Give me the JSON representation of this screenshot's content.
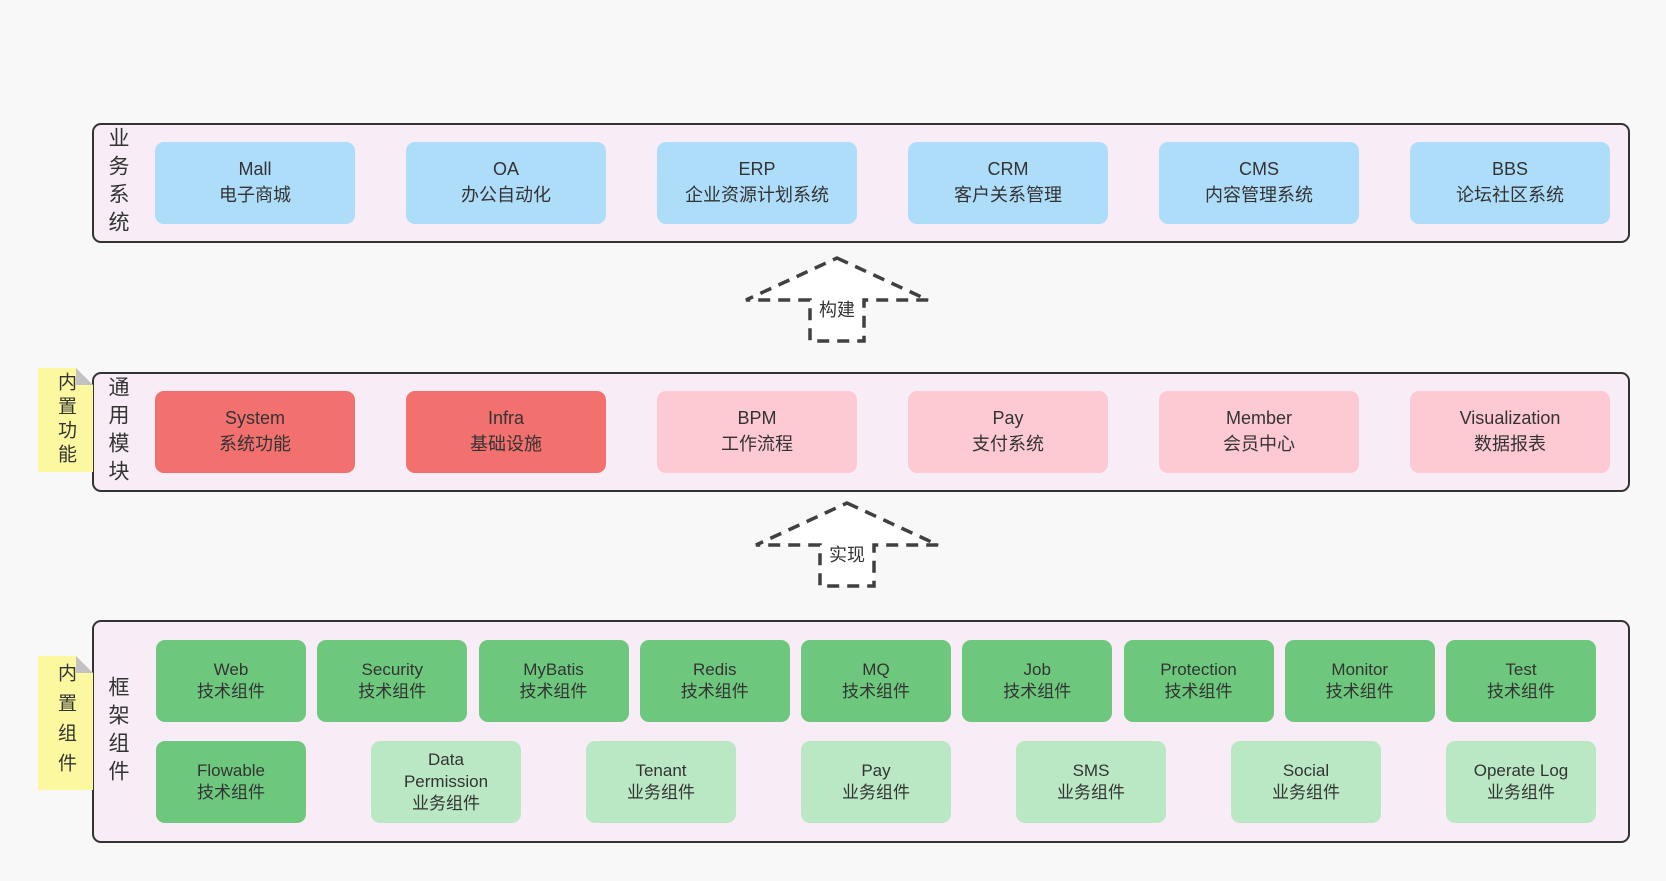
{
  "sections": [
    {
      "id": "business-systems",
      "label": "业务系统",
      "boxes": [
        {
          "name": "Mall",
          "desc": "电子商城",
          "variant": "blue"
        },
        {
          "name": "OA",
          "desc": "办公自动化",
          "variant": "blue"
        },
        {
          "name": "ERP",
          "desc": "企业资源计划系统",
          "variant": "blue"
        },
        {
          "name": "CRM",
          "desc": "客户关系管理",
          "variant": "blue"
        },
        {
          "name": "CMS",
          "desc": "内容管理系统",
          "variant": "blue"
        },
        {
          "name": "BBS",
          "desc": "论坛社区系统",
          "variant": "blue"
        }
      ]
    },
    {
      "id": "common-modules",
      "label": "通用模块",
      "note": "内置功能",
      "boxes": [
        {
          "name": "System",
          "desc": "系统功能",
          "variant": "red"
        },
        {
          "name": "Infra",
          "desc": "基础设施",
          "variant": "red"
        },
        {
          "name": "BPM",
          "desc": "工作流程",
          "variant": "pink"
        },
        {
          "name": "Pay",
          "desc": "支付系统",
          "variant": "pink"
        },
        {
          "name": "Member",
          "desc": "会员中心",
          "variant": "pink"
        },
        {
          "name": "Visualization",
          "desc": "数据报表",
          "variant": "pink"
        }
      ]
    },
    {
      "id": "framework-components",
      "label": "框架组件",
      "note": "内置组件",
      "boxes": [
        {
          "name": "Web",
          "desc": "技术组件",
          "variant": "green"
        },
        {
          "name": "Security",
          "desc": "技术组件",
          "variant": "green"
        },
        {
          "name": "MyBatis",
          "desc": "技术组件",
          "variant": "green"
        },
        {
          "name": "Redis",
          "desc": "技术组件",
          "variant": "green"
        },
        {
          "name": "MQ",
          "desc": "技术组件",
          "variant": "green"
        },
        {
          "name": "Job",
          "desc": "技术组件",
          "variant": "green"
        },
        {
          "name": "Protection",
          "desc": "技术组件",
          "variant": "green"
        },
        {
          "name": "Monitor",
          "desc": "技术组件",
          "variant": "green"
        },
        {
          "name": "Test",
          "desc": "技术组件",
          "variant": "green"
        },
        {
          "name": "Flowable",
          "desc": "技术组件",
          "variant": "green"
        },
        {
          "name": "Data Permission",
          "desc": "业务组件",
          "variant": "green-light"
        },
        {
          "name": "Tenant",
          "desc": "业务组件",
          "variant": "green-light"
        },
        {
          "name": "Pay",
          "desc": "业务组件",
          "variant": "green-light"
        },
        {
          "name": "SMS",
          "desc": "业务组件",
          "variant": "green-light"
        },
        {
          "name": "Social",
          "desc": "业务组件",
          "variant": "green-light"
        },
        {
          "name": "Operate Log",
          "desc": "业务组件",
          "variant": "green-light"
        }
      ]
    }
  ],
  "arrows": [
    {
      "label": "构建"
    },
    {
      "label": "实现"
    }
  ],
  "colors": {
    "background": "#f8f8f8",
    "panel_bg": "#f8edf6",
    "panel_border": "#333333",
    "box_blue": "#aeddfa",
    "box_red": "#f2706e",
    "box_pink": "#fdc9d3",
    "box_green": "#6dc87e",
    "box_green_light": "#bae8c4",
    "note_yellow": "#fbf8a0",
    "note_fold_gray": "#c2c2c2",
    "arrow_stroke": "#404040",
    "text": "#333333"
  }
}
